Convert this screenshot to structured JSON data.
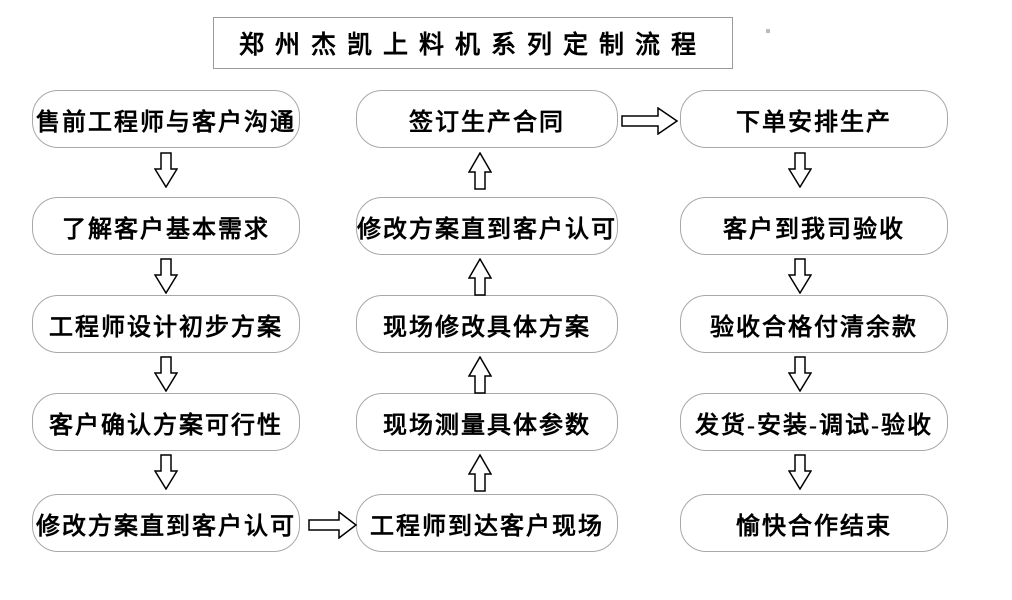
{
  "title": "郑州杰凯上料机系列定制流程",
  "flow": {
    "left": [
      "售前工程师与客户沟通",
      "了解客户基本需求",
      "工程师设计初步方案",
      "客户确认方案可行性",
      "修改方案直到客户认可"
    ],
    "middle": [
      "签订生产合同",
      "修改方案直到客户认可",
      "现场修改具体方案",
      "现场测量具体参数",
      "工程师到达客户现场"
    ],
    "right": [
      "下单安排生产",
      "客户到我司验收",
      "验收合格付清余款",
      "发货-安装-调试-验收",
      "愉快合作结束"
    ]
  },
  "icons": {
    "down_arrow": "down-arrow-icon",
    "up_arrow": "up-arrow-icon",
    "right_arrow": "right-arrow-icon"
  },
  "colors": {
    "background": "#ffffff",
    "box_fill": "#ffffff",
    "box_border": "#a8a8a8",
    "arrow_outline": "#000000",
    "text": "#000000"
  }
}
